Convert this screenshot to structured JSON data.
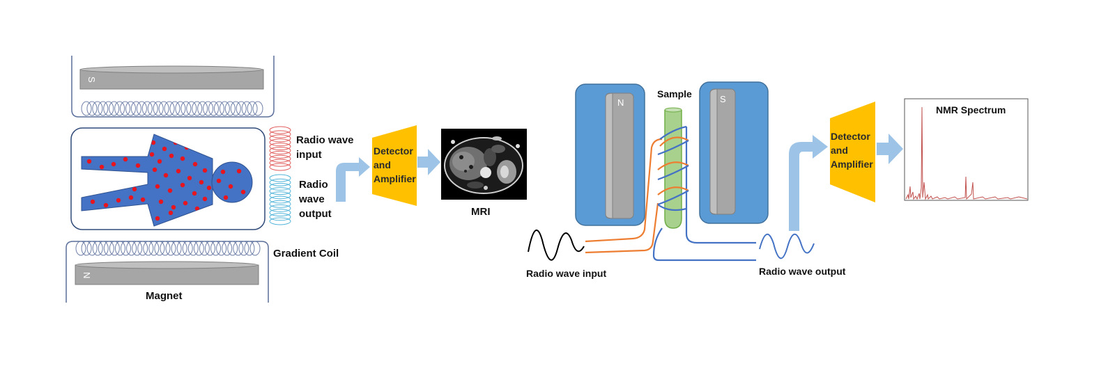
{
  "mri": {
    "magnet_top_pole": "S",
    "magnet_bottom_pole": "N",
    "radio_wave_input": [
      "Radio wave",
      "input"
    ],
    "radio_wave_output": [
      "Radio",
      "wave",
      "output"
    ],
    "gradient_coil": "Gradient Coil",
    "magnet": "Magnet",
    "detector": [
      "Detector",
      "and",
      "Amplifier"
    ],
    "image_label": "MRI"
  },
  "nmr": {
    "pole_left": "N",
    "pole_right": "S",
    "sample": "Sample",
    "radio_wave_input": "Radio wave input",
    "radio_wave_output": "Radio wave output",
    "detector": [
      "Detector",
      "and",
      "Amplifier"
    ],
    "spectrum_title": "NMR Spectrum"
  },
  "colors": {
    "magnet_gray": "#a6a6a6",
    "body_blue": "#4472c4",
    "dot_red": "#e8141e",
    "detector_gold": "#ffc000",
    "arrow_blue": "#9dc3e6",
    "magnet_block_blue": "#5b9bd5",
    "wire_orange": "#ed7d31",
    "sample_green": "#a9d18e",
    "spectrum_red": "#c0504d"
  }
}
